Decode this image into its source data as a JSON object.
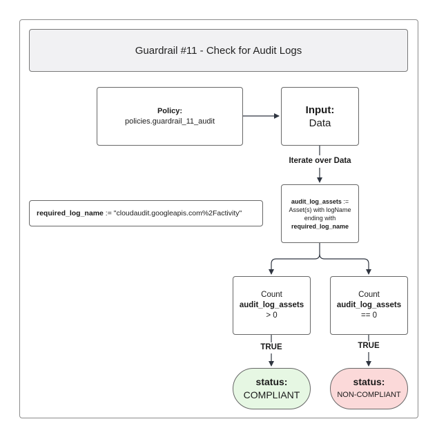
{
  "title": "Guardrail #11 - Check for Audit Logs",
  "policy": {
    "label": "Policy:",
    "value": "policies.guardrail_11_audit"
  },
  "input": {
    "label": "Input:",
    "value": "Data"
  },
  "iterate_label": "Iterate over Data",
  "audit_assets": {
    "var": "audit_log_assets",
    "op": " :=",
    "desc1": "Asset(s) with logName",
    "desc2": "ending with",
    "ref": "required_log_name"
  },
  "required_log": {
    "var": "required_log_name",
    "op": " := ",
    "value": "\"cloudaudit.googleapis.com%2Factivity\""
  },
  "count_gt": {
    "label": "Count",
    "var": "audit_log_assets",
    "cond": "> 0"
  },
  "count_eq": {
    "label": "Count",
    "var": "audit_log_assets",
    "cond": "== 0"
  },
  "true_label": "TRUE",
  "status_compliant": {
    "label": "status:",
    "value": "COMPLIANT",
    "fill": "#e6f7e3"
  },
  "status_noncompliant": {
    "label": "status:",
    "value": "NON-COMPLIANT",
    "fill": "#fbd9d9"
  },
  "colors": {
    "edge": "#2f3540",
    "title_fill": "#f1f1f3"
  }
}
